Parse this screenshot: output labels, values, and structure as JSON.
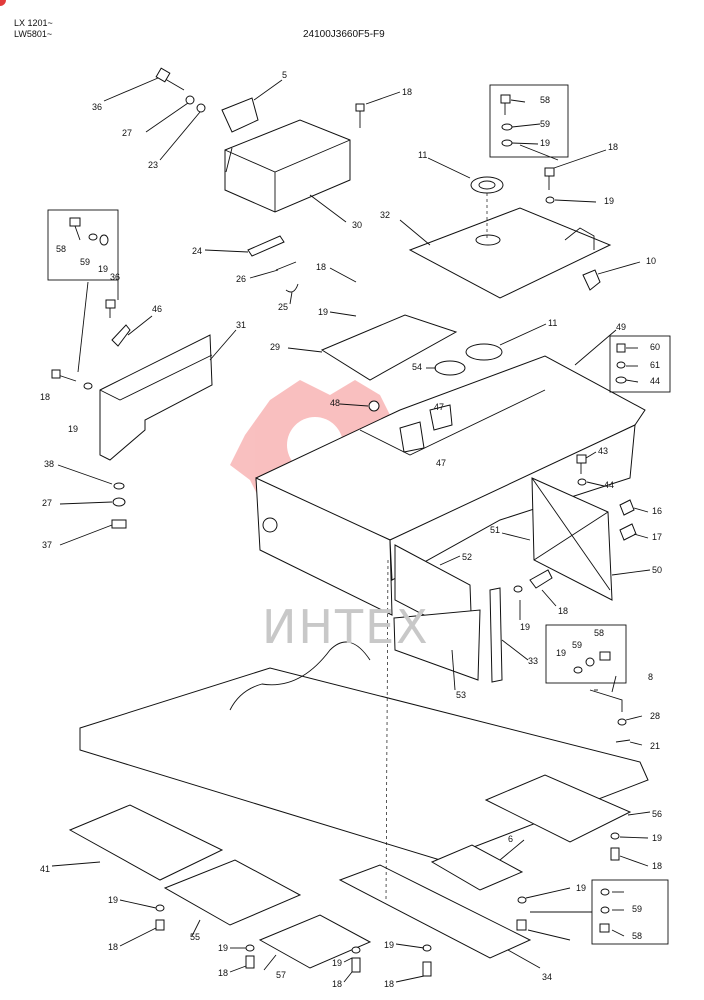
{
  "header": {
    "model_line1": "LX 1201~",
    "model_line2": "LW5801~",
    "drawing_code": "24100J3660F5-F9"
  },
  "watermark": {
    "text": "ИНТЕХ"
  },
  "callouts": [
    "36",
    "5",
    "27",
    "23",
    "18",
    "58",
    "59",
    "19",
    "11",
    "32",
    "18",
    "19",
    "10",
    "30",
    "24",
    "26",
    "25",
    "18",
    "19",
    "58",
    "59",
    "19",
    "36",
    "46",
    "31",
    "29",
    "11",
    "49",
    "60",
    "61",
    "44",
    "54",
    "47",
    "48",
    "47",
    "43",
    "44",
    "16",
    "17",
    "18",
    "19",
    "38",
    "27",
    "37",
    "51",
    "52",
    "50",
    "19",
    "18",
    "33",
    "53",
    "58",
    "59",
    "19",
    "8",
    "28",
    "21",
    "6",
    "56",
    "19",
    "18",
    "41",
    "19",
    "18",
    "55",
    "19",
    "18",
    "57",
    "19",
    "18",
    "19",
    "18",
    "34",
    "19",
    "59",
    "58"
  ]
}
